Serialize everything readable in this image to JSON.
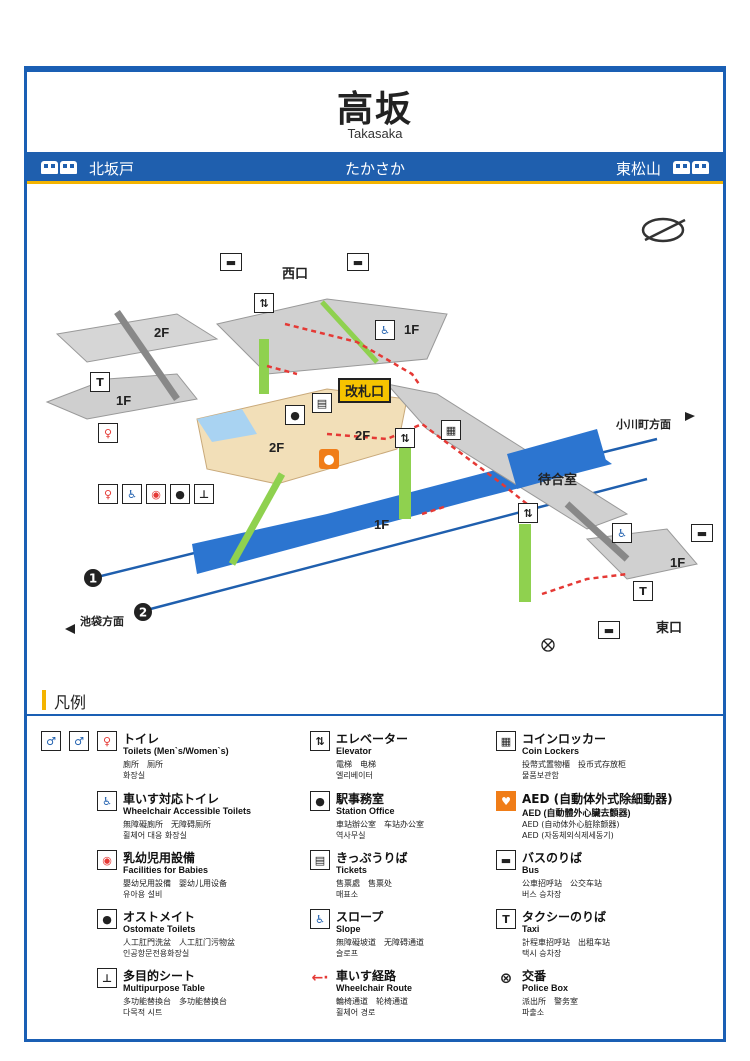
{
  "station": {
    "name_kanji": "高坂",
    "name_roman": "Takasaka",
    "name_kana": "たかさか"
  },
  "line": {
    "prev_station": "北坂戸",
    "next_station": "東松山",
    "accent": "#1f5fae",
    "stripe": "#f4b400"
  },
  "map": {
    "labels": {
      "west_exit": "西口",
      "east_exit": "東口",
      "ticket_gate": "改札口",
      "waiting_room": "待合室",
      "floor_2f_a": "2F",
      "floor_2f_b": "2F",
      "floor_2f_c": "2F",
      "floor_1f_a": "1F",
      "floor_1f_b": "1F",
      "floor_1f_c": "1F",
      "floor_1f_d": "1F",
      "track_1": "1",
      "track_2": "2",
      "dir_ogawamachi": "小川町方面",
      "dir_ikebukuro": "池袋方面"
    },
    "icons": [
      "bus-icon",
      "taxi-icon",
      "elevator-icon",
      "wheelchair-icon",
      "toilet-icon",
      "ticket-machine-icon",
      "station-office-icon",
      "coin-locker-icon",
      "aed-icon",
      "police-box-icon",
      "compass-icon"
    ]
  },
  "legend": {
    "heading": "凡例",
    "items": [
      {
        "ja": "トイレ",
        "en": "Toilets (Men`s/Women`s)",
        "zh": "廁所　厕所",
        "ko": "화장실",
        "icon": "toilet-icon"
      },
      {
        "ja": "車いす対応トイレ",
        "en": "Wheelchair Accessible Toilets",
        "zh": "無障礙廁所　无障碍厕所",
        "ko": "휠체어 대응 화장실",
        "icon": "wheelchair-icon"
      },
      {
        "ja": "乳幼児用設備",
        "en": "Facilities for Babies",
        "zh": "嬰幼兒用設備　婴幼儿用设备",
        "ko": "유아용 설비",
        "icon": "baby-icon"
      },
      {
        "ja": "オストメイト",
        "en": "Ostomate Toilets",
        "zh": "人工肛門洗盆　人工肛门污物盆",
        "ko": "인공항문전용화장실",
        "icon": "ostomate-icon"
      },
      {
        "ja": "多目的シート",
        "en": "Multipurpose Table",
        "zh": "多功能替換台　多功能替换台",
        "ko": "다목적 시트",
        "icon": "multipurpose-icon"
      },
      {
        "ja": "エレベーター",
        "en": "Elevator",
        "zh": "電梯　电梯",
        "ko": "엘리베이터",
        "icon": "elevator-icon"
      },
      {
        "ja": "駅事務室",
        "en": "Station Office",
        "zh": "車站辦公室　车站办公室",
        "ko": "역사무실",
        "icon": "station-office-icon"
      },
      {
        "ja": "きっぷうりば",
        "en": "Tickets",
        "zh": "售票處　售票处",
        "ko": "매표소",
        "icon": "ticket-icon"
      },
      {
        "ja": "スロープ",
        "en": "Slope",
        "zh": "無障礙坡道　无障碍通道",
        "ko": "슬로프",
        "icon": "slope-icon"
      },
      {
        "ja": "車いす経路",
        "en": "Wheelchair Route",
        "zh": "輪椅通道　轮椅通道",
        "ko": "휠체어 경로",
        "icon": "wheelchair-route-icon"
      },
      {
        "ja": "コインロッカー",
        "en": "Coin Lockers",
        "zh": "投幣式置物櫃　投币式存放柜",
        "ko": "물품보관함",
        "icon": "coin-locker-icon"
      },
      {
        "ja": "AED (自動体外式除細動器)",
        "en": "AED (自動體外心臟去顫器)",
        "zh": "AED (自动体外心脏除颤器)",
        "ko": "AED (자동체외식제세동기)",
        "icon": "aed-icon"
      },
      {
        "ja": "バスのりば",
        "en": "Bus",
        "zh": "公車招呼站　公交车站",
        "ko": "버스 승차장",
        "icon": "bus-icon"
      },
      {
        "ja": "タクシーのりば",
        "en": "Taxi",
        "zh": "計程車招呼站　出租车站",
        "ko": "택시 승차장",
        "icon": "taxi-icon"
      },
      {
        "ja": "交番",
        "en": "Police Box",
        "zh": "派出所　警务室",
        "ko": "파출소",
        "icon": "police-box-icon"
      }
    ]
  }
}
